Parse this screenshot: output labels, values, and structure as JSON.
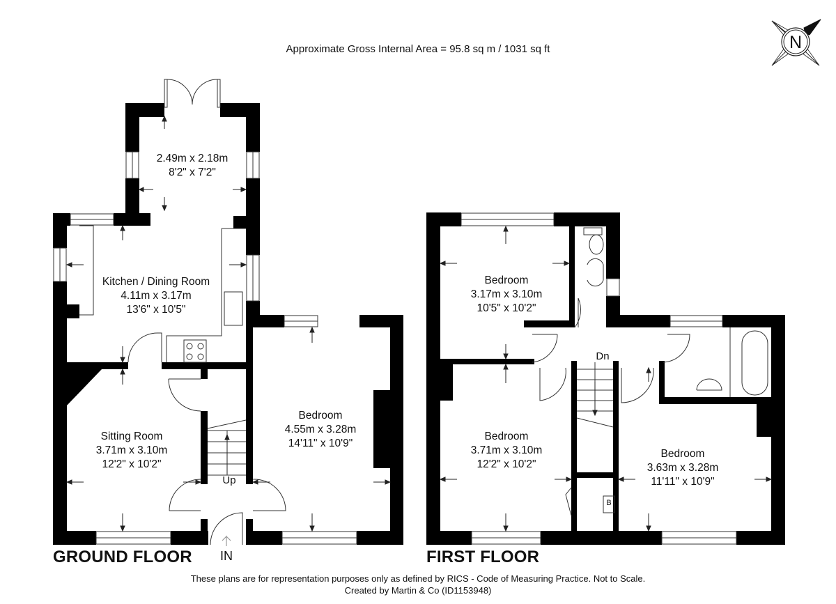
{
  "header": {
    "area_text": "Approximate Gross Internal Area = 95.8 sq m / 1031 sq ft",
    "compass_label": "N"
  },
  "ground_floor": {
    "title": "GROUND FLOOR",
    "entrance_label": "IN",
    "stairs_label": "Up",
    "rooms": [
      {
        "name": "",
        "metric": "2.49m x 2.18m",
        "imperial": "8'2\" x 7'2\""
      },
      {
        "name": "Kitchen / Dining Room",
        "metric": "4.11m x 3.17m",
        "imperial": "13'6\" x 10'5\""
      },
      {
        "name": "Sitting Room",
        "metric": "3.71m x 3.10m",
        "imperial": "12'2\" x 10'2\""
      },
      {
        "name": "Bedroom",
        "metric": "4.55m x 3.28m",
        "imperial": "14'11\" x 10'9\""
      }
    ]
  },
  "first_floor": {
    "title": "FIRST FLOOR",
    "stairs_label": "Dn",
    "boiler_label": "B",
    "rooms": [
      {
        "name": "Bedroom",
        "metric": "3.17m x 3.10m",
        "imperial": "10'5\" x 10'2\""
      },
      {
        "name": "Bedroom",
        "metric": "3.71m x 3.10m",
        "imperial": "12'2\" x 10'2\""
      },
      {
        "name": "Bedroom",
        "metric": "3.63m x 3.28m",
        "imperial": "11'11\" x 10'9\""
      }
    ]
  },
  "footer": {
    "disclaimer": "These plans are for representation purposes only as defined by RICS - Code of Measuring Practice. Not to Scale.",
    "credit": "Created by Martin & Co (ID1153948)"
  }
}
